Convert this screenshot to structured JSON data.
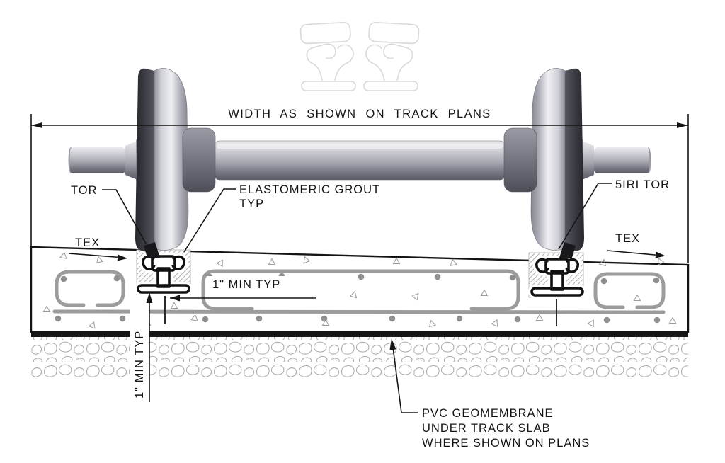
{
  "drawing": {
    "dimension_title": "WIDTH AS SHOWN ON TRACK PLANS",
    "labels": {
      "tor_left": "TOR",
      "tex_left": "TEX",
      "grout_line1": "ELASTOMERIC GROUT",
      "grout_line2": "TYP",
      "siri_tor": "5IRI TOR",
      "tex_right": "TEX",
      "min_typ_horizontal": "1\" MIN TYP",
      "min_typ_vertical": "1\" MIN TYP",
      "pvc_line1": "PVC GEOMEMBRANE",
      "pvc_line2": "UNDER TRACK SLAB",
      "pvc_line3": "WHERE SHOWN ON PLANS"
    },
    "colors": {
      "line": "#141414",
      "rebar_gray": "#9c9c9c",
      "hatch_gray": "#b3b3b3",
      "ghost_gray": "#d9d9d9",
      "wheel_dark": "#2e2e38",
      "wheel_light": "#eff0f3",
      "axle_mid": "#a7a7b1",
      "membrane_black": "#161616"
    }
  }
}
